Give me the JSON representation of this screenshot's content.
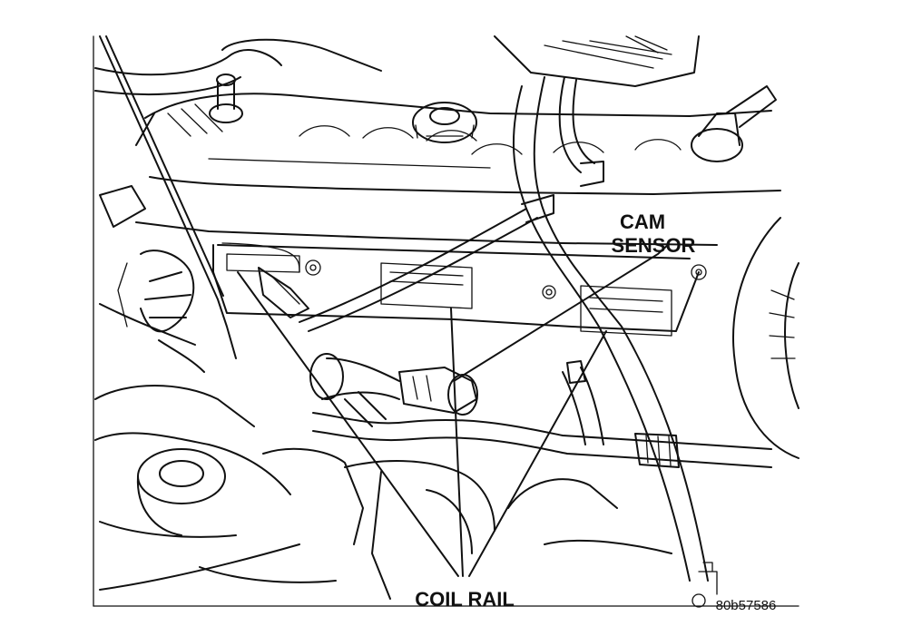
{
  "labels": {
    "cam_sensor_line1": "CAM",
    "cam_sensor_line2": "SENSOR",
    "coil_rail": "COIL RAIL",
    "figure_ref": "80b57586"
  },
  "colors": {
    "ink": "#111111",
    "background": "#ffffff"
  }
}
